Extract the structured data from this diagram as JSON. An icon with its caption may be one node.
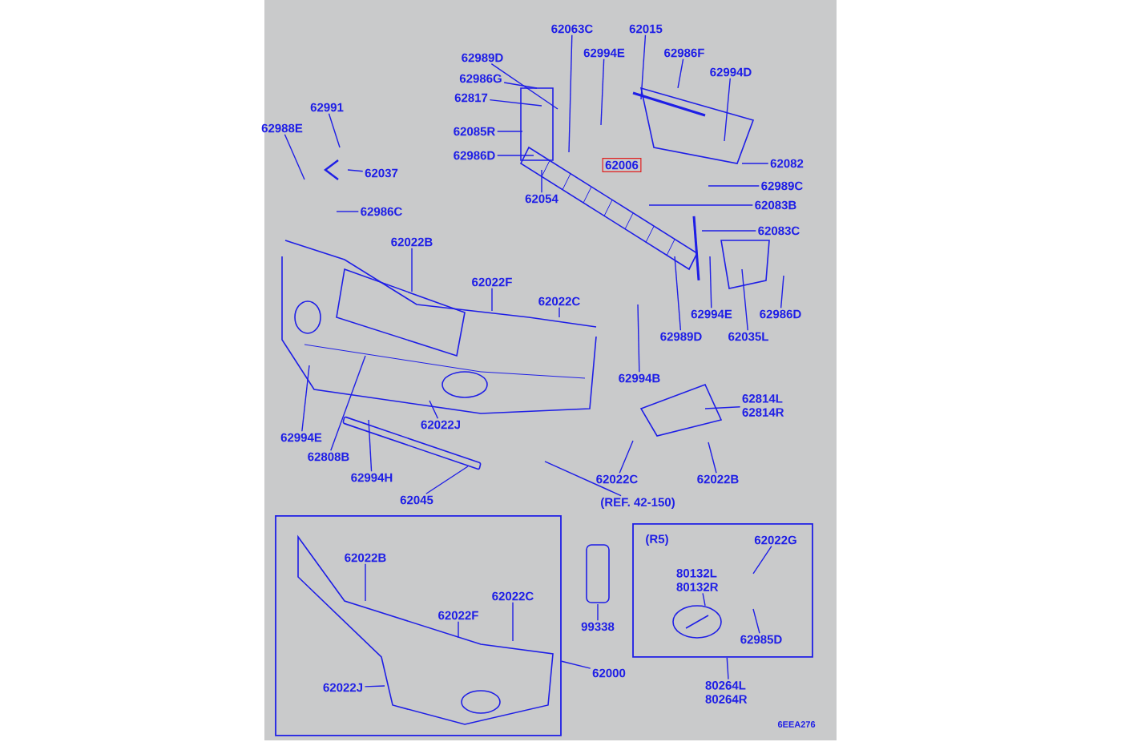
{
  "diagram": {
    "nodes": [
      {
        "text": [
          "62063C"
        ]
      },
      {
        "text": [
          "62015"
        ]
      },
      {
        "text": [
          "62989D"
        ]
      },
      {
        "text": [
          "62994E"
        ]
      },
      {
        "text": [
          "62986F"
        ]
      },
      {
        "text": [
          "62994D"
        ]
      },
      {
        "text": [
          "62986G"
        ]
      },
      {
        "text": [
          "62817"
        ]
      },
      {
        "text": [
          "62991"
        ]
      },
      {
        "text": [
          "62988E"
        ]
      },
      {
        "text": [
          "62085R"
        ]
      },
      {
        "text": [
          "62037"
        ]
      },
      {
        "text": [
          "62986D"
        ]
      },
      {
        "text": [
          "62006"
        ]
      },
      {
        "text": [
          "62082"
        ]
      },
      {
        "text": [
          "62989C"
        ]
      },
      {
        "text": [
          "62054"
        ]
      },
      {
        "text": [
          "62986C"
        ]
      },
      {
        "text": [
          "62083B"
        ]
      },
      {
        "text": [
          "62083C"
        ]
      },
      {
        "text": [
          "62022B"
        ]
      },
      {
        "text": [
          "62022F"
        ]
      },
      {
        "text": [
          "62022C"
        ]
      },
      {
        "text": [
          "62994E"
        ]
      },
      {
        "text": [
          "62986D"
        ]
      },
      {
        "text": [
          "62989D"
        ]
      },
      {
        "text": [
          "62035L"
        ]
      },
      {
        "text": [
          "62994B"
        ]
      },
      {
        "text": [
          "62814L 62814R"
        ]
      },
      {
        "text": [
          "62994E"
        ]
      },
      {
        "text": [
          "62022J"
        ]
      },
      {
        "text": [
          "62808B"
        ]
      },
      {
        "text": [
          "62994H"
        ]
      },
      {
        "text": [
          "62022C"
        ]
      },
      {
        "text": [
          "62022B"
        ]
      },
      {
        "text": [
          "62045"
        ]
      },
      {
        "text": [
          "(REF. 42-150)"
        ]
      },
      {
        "text": [],
        "shape": "box"
      },
      {
        "text": [
          "62022B"
        ],
        "in": 37
      },
      {
        "text": [
          "62022F"
        ],
        "in": 37
      },
      {
        "text": [
          "62022C"
        ],
        "in": 37
      },
      {
        "text": [
          "62022J"
        ],
        "in": 37
      },
      {
        "text": [
          "99338"
        ]
      },
      {
        "text": [
          "62000"
        ]
      },
      {
        "text": [],
        "shape": "box"
      },
      {
        "text": [
          "(R5)"
        ],
        "in": 44
      },
      {
        "text": [
          "62022G"
        ],
        "in": 44
      },
      {
        "text": [
          "80132L 80132R"
        ],
        "in": 44
      },
      {
        "text": [
          "62985D"
        ],
        "in": 44
      },
      {
        "text": [
          "80264L 80264R"
        ]
      }
    ],
    "edges": [
      {
        "from": 0,
        "to": null,
        "arrow": "none"
      },
      {
        "from": 1,
        "to": null,
        "arrow": "none"
      },
      {
        "from": 2,
        "to": null,
        "arrow": "none"
      },
      {
        "from": 3,
        "to": null,
        "arrow": "none"
      },
      {
        "from": 4,
        "to": null,
        "arrow": "none"
      },
      {
        "from": 5,
        "to": null,
        "arrow": "none"
      },
      {
        "from": 6,
        "to": null,
        "arrow": "none"
      },
      {
        "from": 7,
        "to": null,
        "arrow": "none"
      },
      {
        "from": 8,
        "to": null,
        "arrow": "none"
      },
      {
        "from": 9,
        "to": null,
        "arrow": "none"
      },
      {
        "from": 10,
        "to": null,
        "arrow": "none"
      },
      {
        "from": 11,
        "to": null,
        "arrow": "none"
      },
      {
        "from": 12,
        "to": null,
        "arrow": "none"
      },
      {
        "from": 14,
        "to": null,
        "arrow": "none"
      },
      {
        "from": 15,
        "to": null,
        "arrow": "none"
      },
      {
        "from": 16,
        "to": null,
        "arrow": "none"
      },
      {
        "from": 17,
        "to": null,
        "arrow": "none"
      },
      {
        "from": 18,
        "to": null,
        "arrow": "none"
      },
      {
        "from": 19,
        "to": null,
        "arrow": "none"
      },
      {
        "from": 20,
        "to": null,
        "arrow": "none"
      },
      {
        "from": 21,
        "to": null,
        "arrow": "none"
      },
      {
        "from": 22,
        "to": null,
        "arrow": "none"
      },
      {
        "from": 23,
        "to": null,
        "arrow": "none"
      },
      {
        "from": 24,
        "to": null,
        "arrow": "none"
      },
      {
        "from": 25,
        "to": null,
        "arrow": "none"
      },
      {
        "from": 26,
        "to": null,
        "arrow": "none"
      },
      {
        "from": 27,
        "to": null,
        "arrow": "none"
      },
      {
        "from": 28,
        "to": null,
        "arrow": "none"
      },
      {
        "from": 29,
        "to": null,
        "arrow": "none"
      },
      {
        "from": 30,
        "to": null,
        "arrow": "none"
      },
      {
        "from": 31,
        "to": null,
        "arrow": "none"
      },
      {
        "from": 32,
        "to": null,
        "arrow": "none"
      },
      {
        "from": 33,
        "to": null,
        "arrow": "none"
      },
      {
        "from": 34,
        "to": null,
        "arrow": "none"
      },
      {
        "from": 35,
        "to": null,
        "arrow": "none"
      },
      {
        "from": 36,
        "to": null,
        "arrow": "none"
      },
      {
        "from": 38,
        "to": null,
        "arrow": "none"
      },
      {
        "from": 39,
        "to": null,
        "arrow": "none"
      },
      {
        "from": 40,
        "to": null,
        "arrow": "none"
      },
      {
        "from": 41,
        "to": null,
        "arrow": "none"
      },
      {
        "from": 42,
        "to": null,
        "arrow": "none"
      },
      {
        "from": 43,
        "to": 37,
        "arrow": "none"
      },
      {
        "from": 46,
        "to": null,
        "arrow": "none"
      },
      {
        "from": 47,
        "to": null,
        "arrow": "none"
      },
      {
        "from": 48,
        "to": null,
        "arrow": "none"
      },
      {
        "from": 49,
        "to": 44,
        "arrow": "none"
      }
    ],
    "labels": [
      "6EEA276"
    ]
  }
}
